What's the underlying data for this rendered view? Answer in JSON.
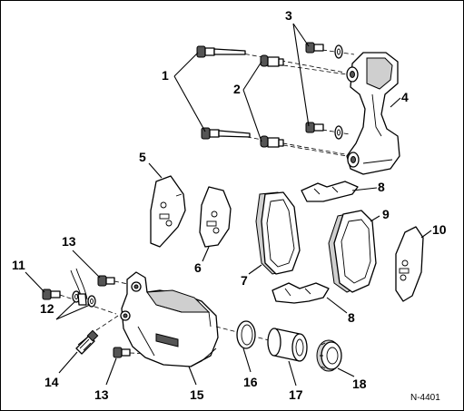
{
  "callouts": {
    "c1": "1",
    "c2": "2",
    "c3": "3",
    "c4": "4",
    "c5": "5",
    "c6": "6",
    "c7": "7",
    "c8a": "8",
    "c8b": "8",
    "c9": "9",
    "c10": "10",
    "c11": "11",
    "c12": "12",
    "c13a": "13",
    "c13b": "13",
    "c14": "14",
    "c15": "15",
    "c16": "16",
    "c17": "17",
    "c18": "18"
  },
  "figure_ref": "N-4401"
}
